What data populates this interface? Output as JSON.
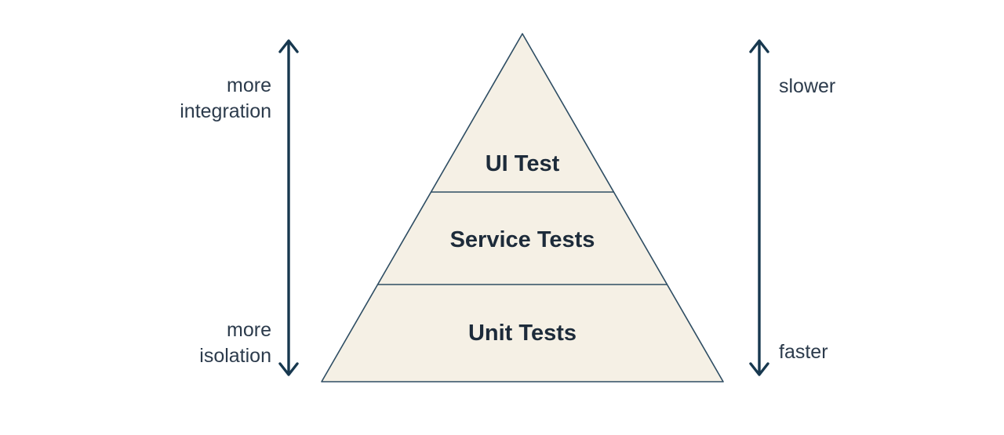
{
  "diagram": {
    "pyramid": {
      "levels": [
        {
          "id": "ui-tests",
          "label": "UI Test"
        },
        {
          "id": "service-tests",
          "label": "Service Tests"
        },
        {
          "id": "unit-tests",
          "label": "Unit Tests"
        }
      ]
    },
    "left_axis": {
      "top_label_line1": "more",
      "top_label_line2": "integration",
      "bottom_label_line1": "more",
      "bottom_label_line2": "isolation"
    },
    "right_axis": {
      "top_label": "slower",
      "bottom_label": "faster"
    },
    "colors": {
      "background": "#ffffff",
      "pyramid_fill": "#f5f0e5",
      "pyramid_stroke": "#2e4d63",
      "level_text": "#1d2b3a",
      "axis_text": "#2c3b4c",
      "arrow": "#17384f"
    }
  }
}
